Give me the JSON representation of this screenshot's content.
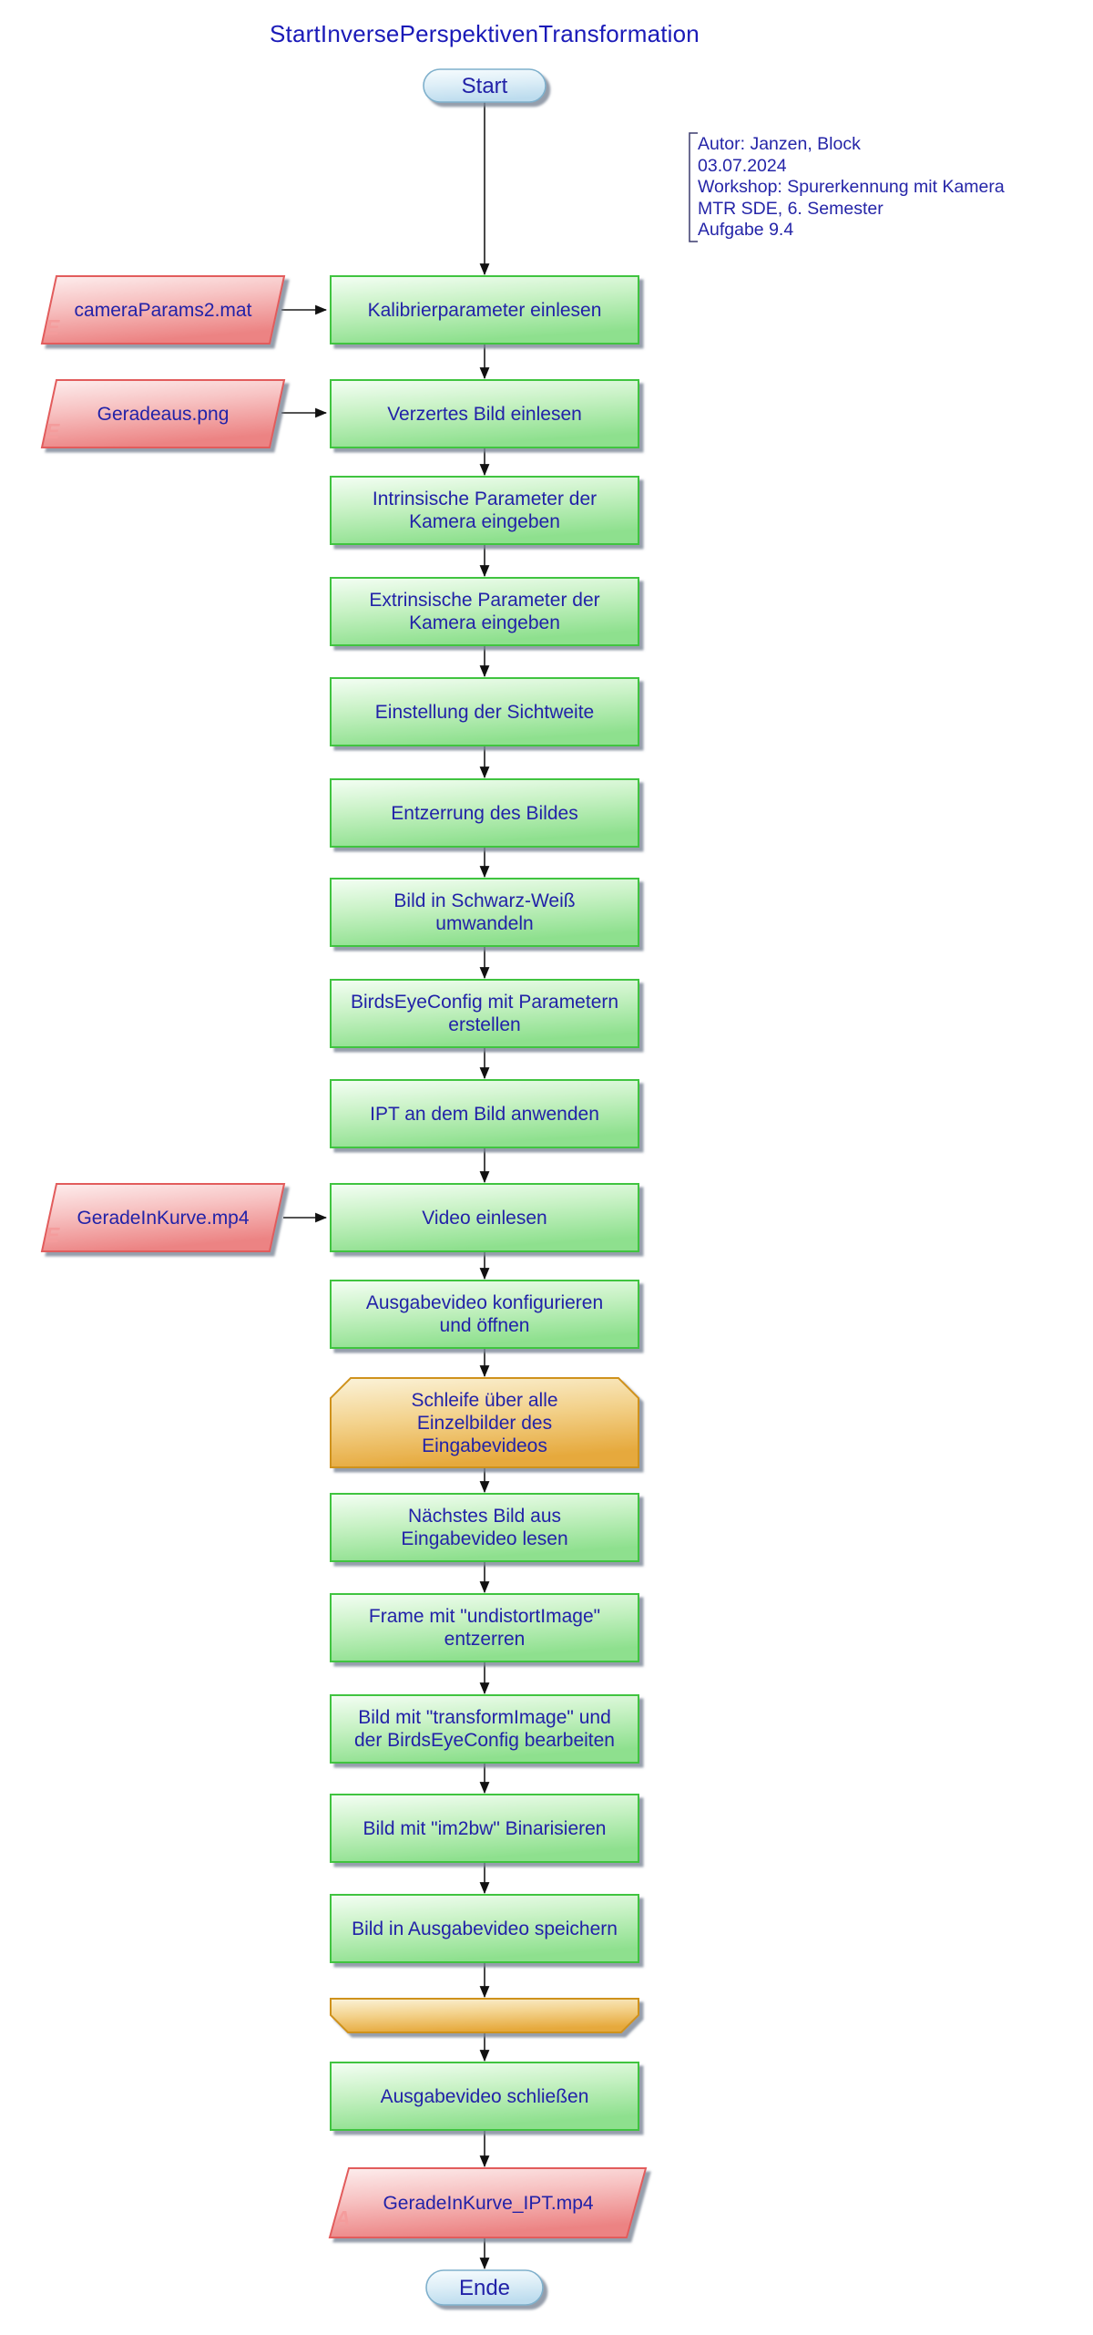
{
  "title": "StartInversePerspektivenTransformation",
  "terminals": {
    "start": "Start",
    "end": "Ende"
  },
  "note": {
    "text": "Autor: Janzen, Block\n03.07.2024\nWorkshop: Spurerkennung mit Kamera\nMTR SDE, 6. Semester\nAufgabe 9.4"
  },
  "inputs": [
    {
      "label": "cameraParams2.mat",
      "marker": "E"
    },
    {
      "label": "Geradeaus.png",
      "marker": "E"
    },
    {
      "label": "GeradeInKurve.mp4",
      "marker": "E"
    }
  ],
  "output": {
    "label": "GeradeInKurve_IPT.mp4",
    "marker": "A"
  },
  "loop": {
    "header": "Schleife über alle\nEinzelbilder des\nEingabevideos"
  },
  "processes": [
    "Kalibrierparameter einlesen",
    "Verzertes Bild einlesen",
    "Intrinsische Parameter der\nKamera eingeben",
    "Extrinsische Parameter der\nKamera eingeben",
    "Einstellung der Sichtweite",
    "Entzerrung des Bildes",
    "Bild in Schwarz-Weiß\numwandeln",
    "BirdsEyeConfig mit Parametern\nerstellen",
    "IPT an dem Bild anwenden",
    "Video einlesen",
    "Ausgabevideo konfigurieren\nund öffnen",
    "Nächstes Bild aus\nEingabevideo lesen",
    "Frame mit \"undistortImage\"\nentzerren",
    "Bild mit \"transformImage\" und\nder BirdsEyeConfig bearbeiten",
    "Bild mit \"im2bw\" Binarisieren",
    "Bild in Ausgabevideo speichern",
    "Ausgabevideo schließen"
  ],
  "colors": {
    "text": "#2222a8",
    "title_text": "#1a1ab8",
    "process_border": "#3fc43f",
    "process_fill_top": "#f4fef4",
    "process_fill_bottom": "#8ee08e",
    "io_border": "#e25c5c",
    "io_fill_top": "#fdeeee",
    "io_fill_bottom": "#ec8383",
    "io_letter": "#f49c9c",
    "loop_border": "#cf921c",
    "loop_fill_top": "#fbf3da",
    "loop_fill_bottom": "#e6a93c",
    "terminal_border": "#7fb0cc",
    "terminal_fill_top": "#f4fbfe",
    "terminal_fill_bottom": "#bddcee",
    "connector": "#1b1b1b"
  }
}
